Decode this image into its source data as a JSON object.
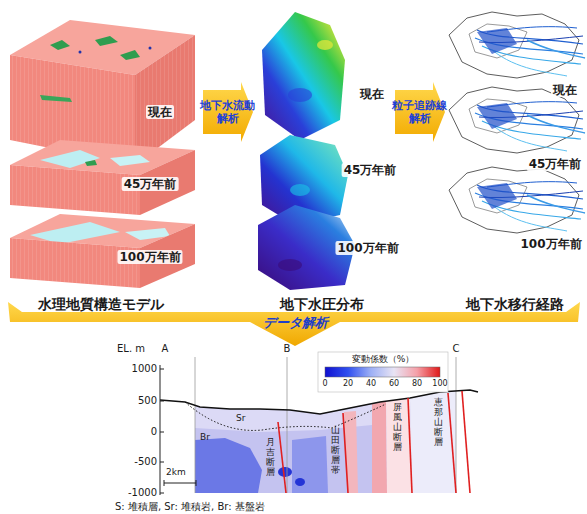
{
  "diagram": {
    "nodes": [
      {
        "text": [
          "現在",
          "45万年前",
          "100万年前",
          "水理地質構造モデル"
        ]
      },
      {
        "text": [
          "現在",
          "45万年前",
          "100万年前",
          "地下水圧分布"
        ]
      },
      {
        "text": [
          "現在",
          "45万年前",
          "100万年前",
          "地下水移行経路"
        ]
      }
    ],
    "edges": [
      {
        "from": 0,
        "to": 1,
        "arrow": "to",
        "label": "地下水流動 解析"
      },
      {
        "from": 1,
        "to": 2,
        "arrow": "to",
        "label": "粒子追跡線 解析"
      }
    ],
    "labels": [
      "データ解析",
      "EL. m",
      "A",
      "B",
      "C",
      "変動係数（%）",
      "0",
      "20",
      "40",
      "60",
      "80",
      "100",
      "1000",
      "500",
      "0",
      "-500",
      "-1000",
      "Sr",
      "Br",
      "2km",
      "月吉断層",
      "山田断層帯",
      "屏風山断層",
      "恵那山断層",
      "S: 堆積層, Sr: 堆積岩, Br: 基盤岩"
    ]
  }
}
